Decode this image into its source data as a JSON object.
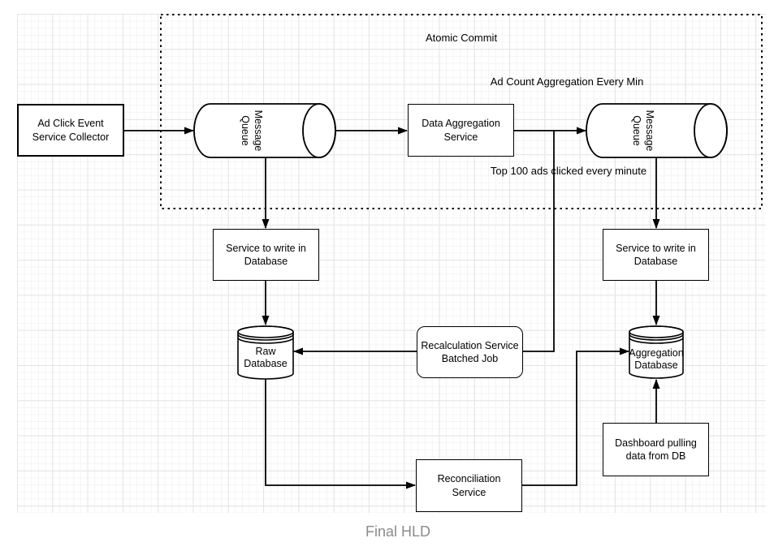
{
  "diagram": {
    "container": {
      "label": "Atomic Commit"
    },
    "annotations": {
      "aggregation_note": "Ad Count Aggregation Every Min",
      "top_ads_note": "Top 100 ads clicked every minute"
    },
    "nodes": {
      "ad_click_collector": {
        "lines": [
          "Ad Click Event",
          "Service Collector"
        ]
      },
      "message_queue_1": {
        "lines": [
          "Message",
          "Queue"
        ]
      },
      "data_aggregation_service": {
        "lines": [
          "Data Aggregation",
          "Service"
        ]
      },
      "message_queue_2": {
        "lines": [
          "Message",
          "Queue"
        ]
      },
      "service_write_db_left": {
        "lines": [
          "Service to write in",
          "Database"
        ]
      },
      "service_write_db_right": {
        "lines": [
          "Service to write in",
          "Database"
        ]
      },
      "raw_database": {
        "lines": [
          "Raw",
          "Database"
        ]
      },
      "recalculation_service": {
        "lines": [
          "Recalculation Service",
          "Batched Job"
        ]
      },
      "aggregation_database": {
        "lines": [
          "Aggregation",
          "Database"
        ]
      },
      "dashboard": {
        "lines": [
          "Dashboard pulling",
          "data from DB"
        ]
      },
      "reconciliation_service": {
        "lines": [
          "Reconciliation",
          "Service"
        ]
      }
    },
    "caption": "Final HLD",
    "colors": {
      "stroke": "#000000",
      "fill": "#ffffff",
      "caption_text": "#8b8b8b",
      "grid_major": "#e4e4e4",
      "grid_minor": "#f4f4f4"
    }
  }
}
